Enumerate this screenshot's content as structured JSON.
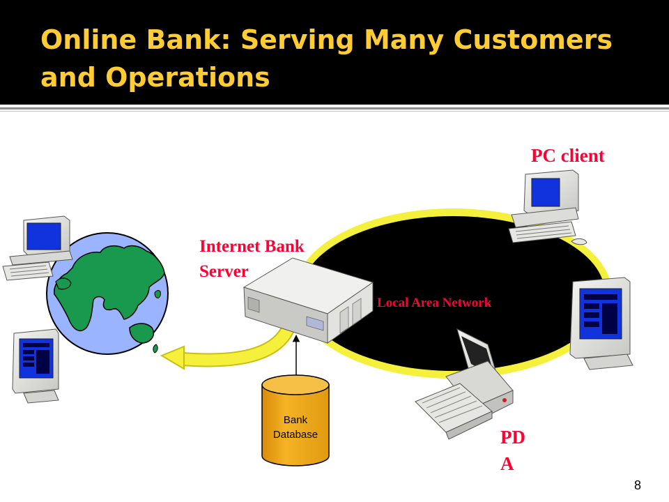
{
  "slide": {
    "title_line1": "Online Bank: Serving Many Customers",
    "title_line2": "and Operations",
    "page_number": "8"
  },
  "diagram": {
    "labels": {
      "pc_client": "PC client",
      "server_line1": "Internet Bank",
      "server_line2": "Server",
      "lan": "Local Area Network",
      "database_line1": "Bank",
      "database_line2": "Database",
      "pda_line1": "PD",
      "pda_line2": "A"
    },
    "icons": [
      "globe-icon",
      "desktop-computer-icon",
      "terminal-icon",
      "server-icon",
      "database-icon",
      "laptop-icon"
    ]
  },
  "colors": {
    "title_background": "#000000",
    "title_text": "#ffcc33",
    "label_red": "#ff0033",
    "lan_ring": "#f5f03c",
    "lan_fill": "#000000",
    "globe_ocean": "#9ab4ff",
    "globe_land": "#18994d",
    "database_fill": "#f0a818"
  }
}
